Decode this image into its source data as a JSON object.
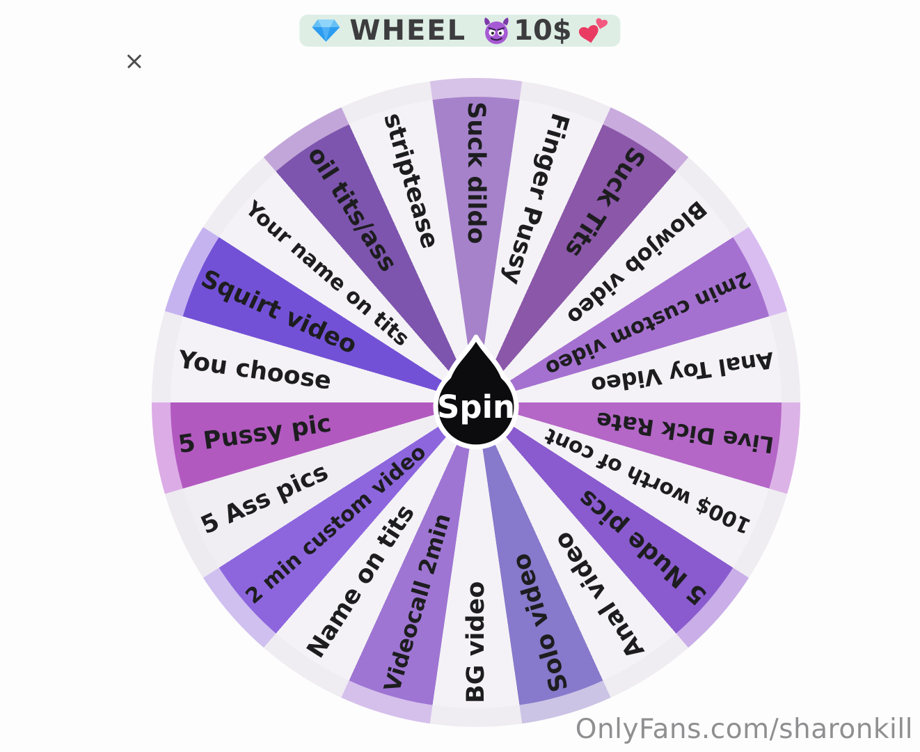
{
  "title": {
    "wheel_label": "WHEEL",
    "price_label": "10$",
    "icons": [
      "gem-icon",
      "devil-icon",
      "two-hearts-icon"
    ],
    "pill_color": "#deeee5",
    "text_color": "#3c3c3e"
  },
  "close": {
    "icon": "close-icon"
  },
  "spin": {
    "label": "Spin",
    "button_color": "#0c0c0e",
    "label_color": "#ffffff"
  },
  "watermark": {
    "text": "OnlyFans.com/sharonkill",
    "color": "#808083"
  },
  "wheel": {
    "background": "#fdfdfd",
    "label_color": "#1d1d1f",
    "segments": [
      {
        "label": "Suck dildo",
        "color": "#a682cb",
        "rim": "#d7c3e8"
      },
      {
        "label": "Finger Pussy",
        "color": "#f4f2f6",
        "rim": "#efecf2"
      },
      {
        "label": "Suck Tits",
        "color": "#8b57a9",
        "rim": "#c9abdd"
      },
      {
        "label": "Blowjob video",
        "color": "#f4f2f6",
        "rim": "#efecf2"
      },
      {
        "label": "2min custom video",
        "color": "#a571d0",
        "rim": "#d9bdf0"
      },
      {
        "label": "Anal Toy Video",
        "color": "#f4f2f6",
        "rim": "#efecf2"
      },
      {
        "label": "Live Dick Rate",
        "color": "#b467c7",
        "rim": "#dcb3e7"
      },
      {
        "label": "100$ worth of cont",
        "color": "#f4f2f6",
        "rim": "#efecf2"
      },
      {
        "label": "5 Nude pics",
        "color": "#8a5bce",
        "rim": "#c9aee8"
      },
      {
        "label": "Anal video",
        "color": "#f4f2f6",
        "rim": "#efecf2"
      },
      {
        "label": "Solo video",
        "color": "#8779cb",
        "rim": "#cbc4e5"
      },
      {
        "label": "BG video",
        "color": "#f4f2f6",
        "rim": "#efecf2"
      },
      {
        "label": "Videocall 2min",
        "color": "#9e75d3",
        "rim": "#d5c0ec"
      },
      {
        "label": "Name on tits",
        "color": "#f4f2f6",
        "rim": "#efecf2"
      },
      {
        "label": "2 min custom video",
        "color": "#8d66de",
        "rim": "#cfc0f0"
      },
      {
        "label": "5 Ass pics",
        "color": "#f1eef3",
        "rim": "#edeaf0"
      },
      {
        "label": "5 Pussy pic",
        "color": "#b259c0",
        "rim": "#dcace6"
      },
      {
        "label": "You choose",
        "color": "#f4f2f6",
        "rim": "#efecf2"
      },
      {
        "label": "Squirt video",
        "color": "#7351d6",
        "rim": "#c5b3f0"
      },
      {
        "label": "Your name on tits",
        "color": "#f4f2f6",
        "rim": "#efecf2"
      },
      {
        "label": "oil tits/ass",
        "color": "#7d55ae",
        "rim": "#c3a6d9"
      },
      {
        "label": "striptease",
        "color": "#f4f2f6",
        "rim": "#efecf2"
      }
    ]
  }
}
